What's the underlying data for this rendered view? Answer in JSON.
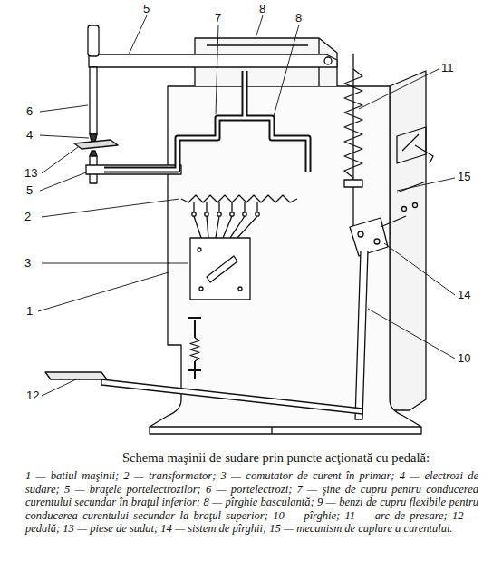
{
  "diagram": {
    "caption": "Schema maşinii de sudare prin puncte acţionată cu pedală:",
    "labels": [
      "5",
      "8",
      "7",
      "8",
      "11",
      "6",
      "4",
      "13",
      "5",
      "2",
      "15",
      "3",
      "14",
      "1",
      "10",
      "12",
      "1 — batiul maşinii;",
      "2 — transformator;",
      "3 — comutator de curent în primar;",
      "4 — electrozi de sudare;",
      "5 — braţele portelectrozilor;",
      "6 — portelectrozi;",
      "7 — şine de cupru pentru conducerea curentului secundar în braţul inferior;",
      "8 — pîrghie basculantă;",
      "9 — benzi de cupru flexibile pentru conducerea curentului secundar la braţul superior;",
      "10 — pîrghie;",
      "11 — arc de presare;",
      "12 — pedală;",
      "13 — piese de sudat;",
      "14 — sistem de pîrghii;",
      "15 — mecanism de cuplare a curentului."
    ]
  }
}
